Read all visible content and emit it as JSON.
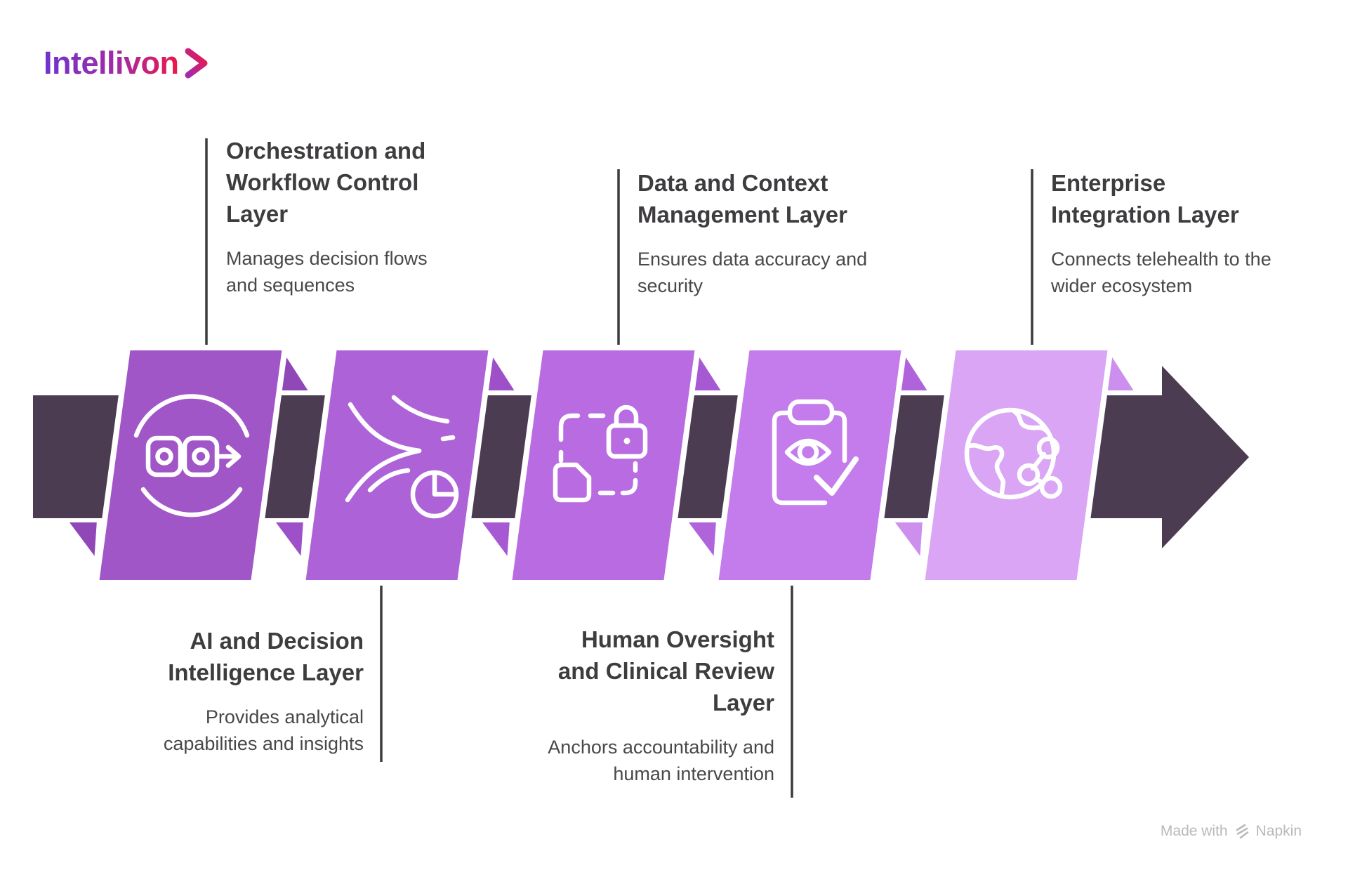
{
  "logo": {
    "brand": "Intellivon",
    "chevron_icon": "chevron-right"
  },
  "colors": {
    "arrow": "#4b3c51",
    "icon_stroke": "#ffffff",
    "title_text": "#3e3c3f",
    "description_text": "#49474a",
    "connector_line": "#3d3a3d",
    "logo_gradient_start": "#6d35cf",
    "logo_gradient_end": "#ee1747",
    "footer_text": "#b9b9bd"
  },
  "stages": [
    {
      "title": "Orchestration and\nWorkflow Control\nLayer",
      "description": "Manages decision flows\nand sequences",
      "color": "#a156c8",
      "fold_color": "#9047b8",
      "icon": "workflow-sequence-icon",
      "label_position": "top"
    },
    {
      "title": "AI and Decision\nIntelligence Layer",
      "description": "Provides analytical\ncapabilities and insights",
      "color": "#ae62d8",
      "fold_color": "#9d50c8",
      "icon": "decision-flows-pie-icon",
      "label_position": "bottom"
    },
    {
      "title": "Data and Context\nManagement Layer",
      "description": "Ensures data accuracy and\nsecurity",
      "color": "#b96ce2",
      "fold_color": "#a659d2",
      "icon": "data-lock-icon",
      "label_position": "top"
    },
    {
      "title": "Human Oversight\nand Clinical Review\nLayer",
      "description": "Anchors accountability and\nhuman intervention",
      "color": "#c47bec",
      "fold_color": "#b064dc",
      "icon": "clipboard-eye-review-icon",
      "label_position": "bottom"
    },
    {
      "title": "Enterprise\nIntegration Layer",
      "description": "Connects telehealth to the\nwider ecosystem",
      "color": "#d9a5f4",
      "fold_color": "#cc8fee",
      "icon": "globe-network-icon",
      "label_position": "top"
    }
  ],
  "footer": {
    "made_with": "Made with",
    "brand": "Napkin"
  }
}
